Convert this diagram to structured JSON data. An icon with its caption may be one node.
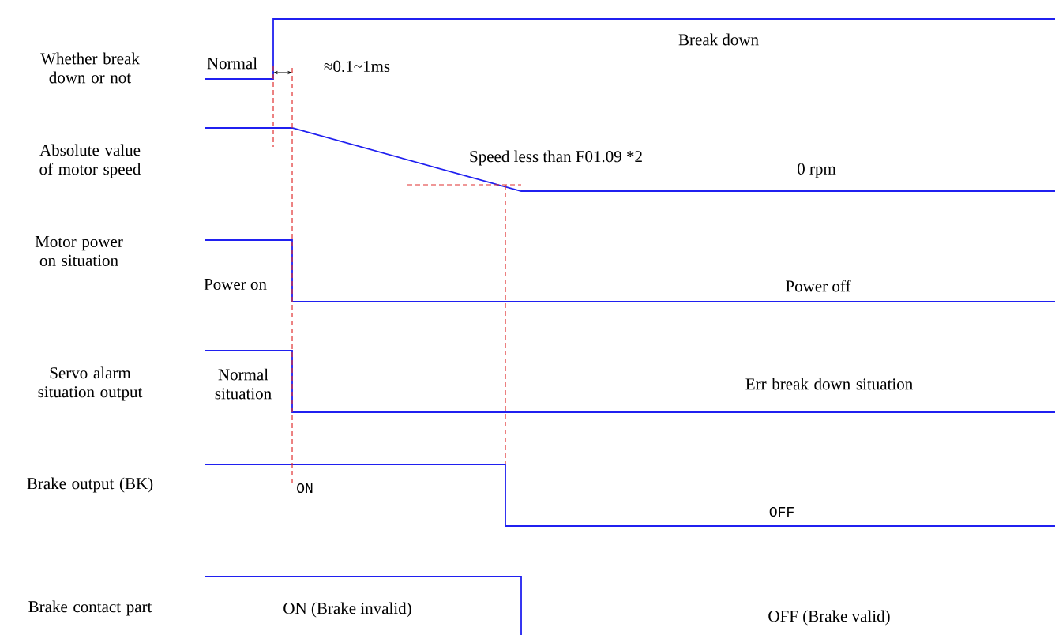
{
  "diagram": {
    "labels": [
      "Whether break down or not",
      "Normal",
      "≈0.1~1ms",
      "Break down",
      "Absolute value of motor speed",
      "Speed less than  F01.09 *2",
      "0 rpm",
      "Motor power on situation",
      "Power on",
      "Power off",
      "Servo alarm situation output",
      "Normal situation",
      "Err break down situation",
      "Brake output (BK)",
      "ON",
      "OFF",
      "Brake contact part",
      "ON (Brake invalid)",
      "OFF (Brake valid)"
    ]
  }
}
